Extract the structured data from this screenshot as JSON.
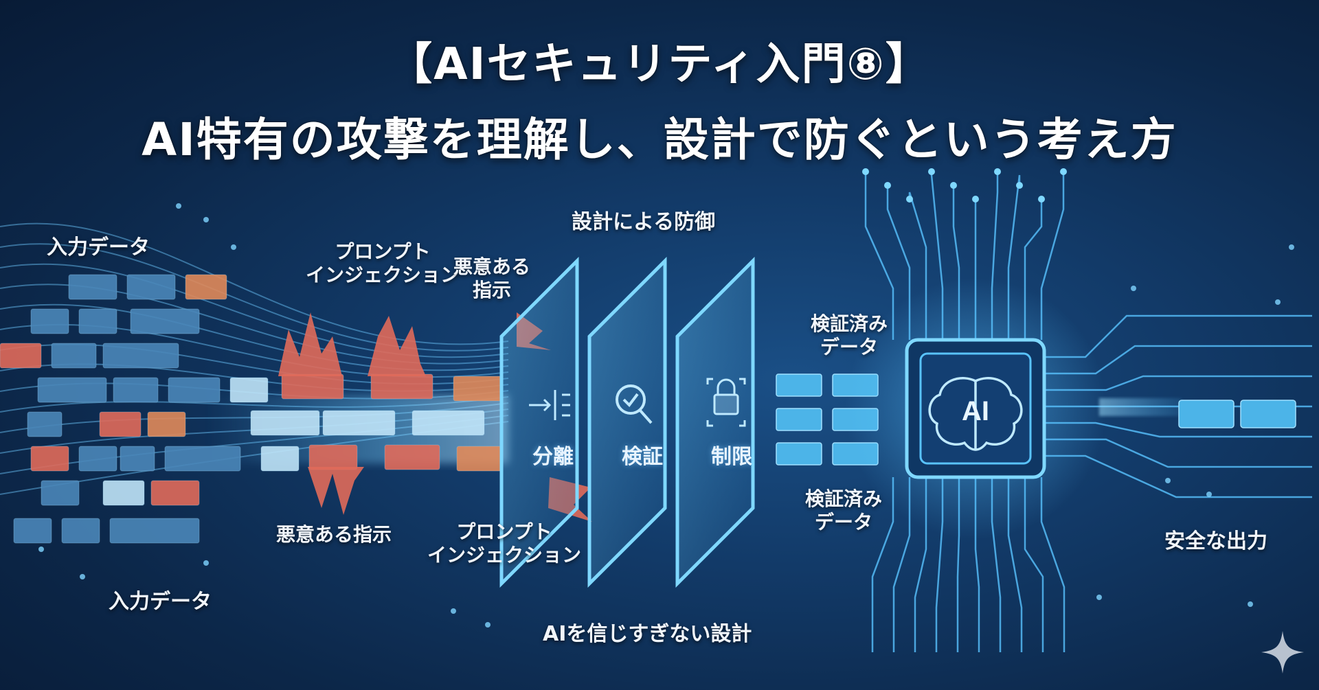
{
  "title": {
    "line1": "【AIセキュリティ入門⑧】",
    "line2": "AI特有の攻撃を理解し、設計で防ぐという考え方"
  },
  "labels": {
    "input_data_top": "入力データ",
    "input_data_bottom": "入力データ",
    "prompt_injection_top": [
      "プロンプト",
      "インジェクション"
    ],
    "prompt_injection_bottom": [
      "プロンプト",
      "インジェクション"
    ],
    "malicious_top": [
      "悪意ある",
      "指示"
    ],
    "malicious_bottom": "悪意ある指示",
    "defense_by_design": "設計による防御",
    "verified_data_top": [
      "検証済み",
      "データ"
    ],
    "verified_data_bottom": [
      "検証済み",
      "データ"
    ],
    "safe_output": "安全な出力",
    "dont_overtrust": "AIを信じすぎない設計"
  },
  "panes": [
    {
      "label": "分離",
      "icon": "separation-icon"
    },
    {
      "label": "検証",
      "icon": "magnifier-check-icon"
    },
    {
      "label": "制限",
      "icon": "lock-icon"
    }
  ],
  "chip": {
    "text": "AI",
    "icon": "brain-icon"
  },
  "colors": {
    "background": "#0c2749",
    "blue_block": "#4a86b8",
    "light_block": "#bfe3f7",
    "attack_red": "#e06a5a",
    "orange_block": "#e08a5a",
    "glow": "#59c3ff"
  }
}
